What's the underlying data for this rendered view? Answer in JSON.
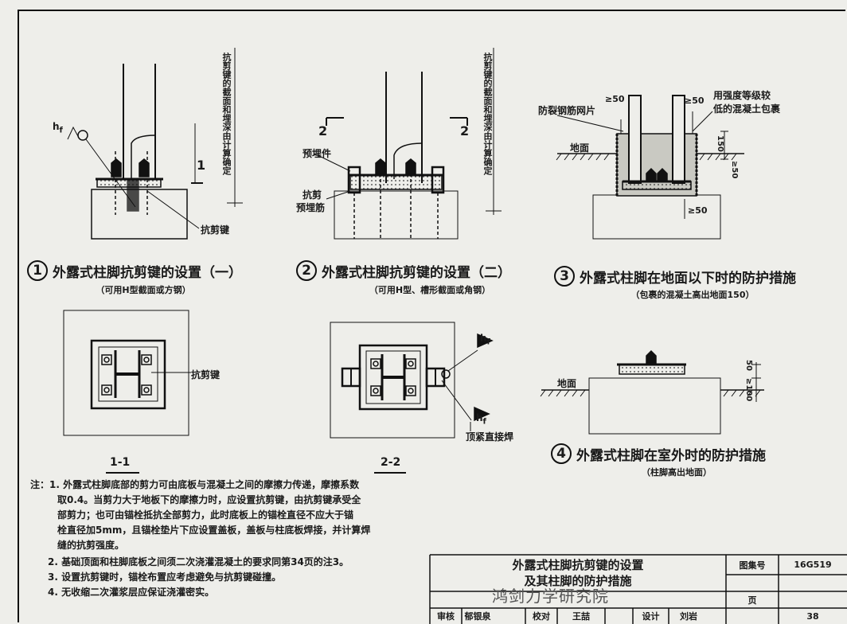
{
  "figures": [
    {
      "num": "1",
      "title": "外露式柱脚抗剪键的设置（一）",
      "subtitle": "（可用H型截面或方钢）"
    },
    {
      "num": "2",
      "title": "外露式柱脚抗剪键的设置（二）",
      "subtitle": "（可用H型、槽形截面或角钢）"
    },
    {
      "num": "3",
      "title": "外露式柱脚在地面以下时的防护措施",
      "subtitle": "（包裹的混凝土高出地面150）"
    },
    {
      "num": "4",
      "title": "外露式柱脚在室外时的防护措施",
      "subtitle": "（柱脚高出地面）"
    }
  ],
  "labels": {
    "shear_key": "抗剪键",
    "shear_key_2": "抗剪键",
    "shear_key_vertical_1": "抗剪键的截面和埋深由计算确定",
    "shear_key_vertical_2": "抗剪键的截面和埋深由计算确定",
    "embedded_part": "预埋件",
    "shear_rebar_1": "抗剪",
    "shear_rebar_2": "预埋筋",
    "crack_mesh": "防裂钢筋网片",
    "low_grade_concrete_1": "用强度等级较",
    "low_grade_concrete_2": "低的混凝土包裹",
    "ground_3": "地面",
    "ground_4": "地面",
    "top_tight_weld": "顶紧直接焊",
    "hf": "h",
    "hf_sub": "f",
    "section_1": "1-1",
    "section_2": "2-2",
    "cut_1a": "1",
    "cut_2a": "2",
    "cut_2b": "2",
    "dim_ge50_a": "≥50",
    "dim_ge50_b": "≥50",
    "dim_150": "150",
    "dim_ge50_c": "≥50",
    "dim_ge50_d": "≥50",
    "dim_50": "50",
    "dim_ge100": "≥100"
  },
  "notes": [
    "注：1. 外露式柱脚底部的剪力可由底板与混凝土之间的摩擦力传递，摩擦系数",
    "取0.4。当剪力大于地板下的摩擦力时，应设置抗剪键，由抗剪键承受全",
    "部剪力；也可由锚栓抵抗全部剪力，此时底板上的锚栓直径不应大于锚",
    "栓直径加5mm，且锚栓垫片下应设置盖板，盖板与柱底板焊接，并计算焊",
    "缝的抗剪强度。",
    "2. 基础顶面和柱脚底板之间须二次浇灌混凝土的要求同第34页的注3。",
    "3. 设置抗剪键时，锚栓布置应考虑避免与抗剪键碰撞。",
    "4. 无收缩二次灌浆层应保证浇灌密实。"
  ],
  "title_block": {
    "title_line1": "外露式柱脚抗剪键的设置",
    "title_line2": "及其柱脚的防护措施",
    "atlas_label": "图集号",
    "atlas_no": "16G519",
    "review_label": "审核",
    "reviewer": "郁银泉",
    "check_label": "校对",
    "checker": "王喆",
    "design_label": "设计",
    "designer": "刘岩",
    "page_label": "页",
    "page_no": "38"
  },
  "watermark": "鸿剑力学研究院",
  "colors": {
    "line": "#111111",
    "paper": "#eeeeea",
    "concrete": "#bdbdb6"
  }
}
